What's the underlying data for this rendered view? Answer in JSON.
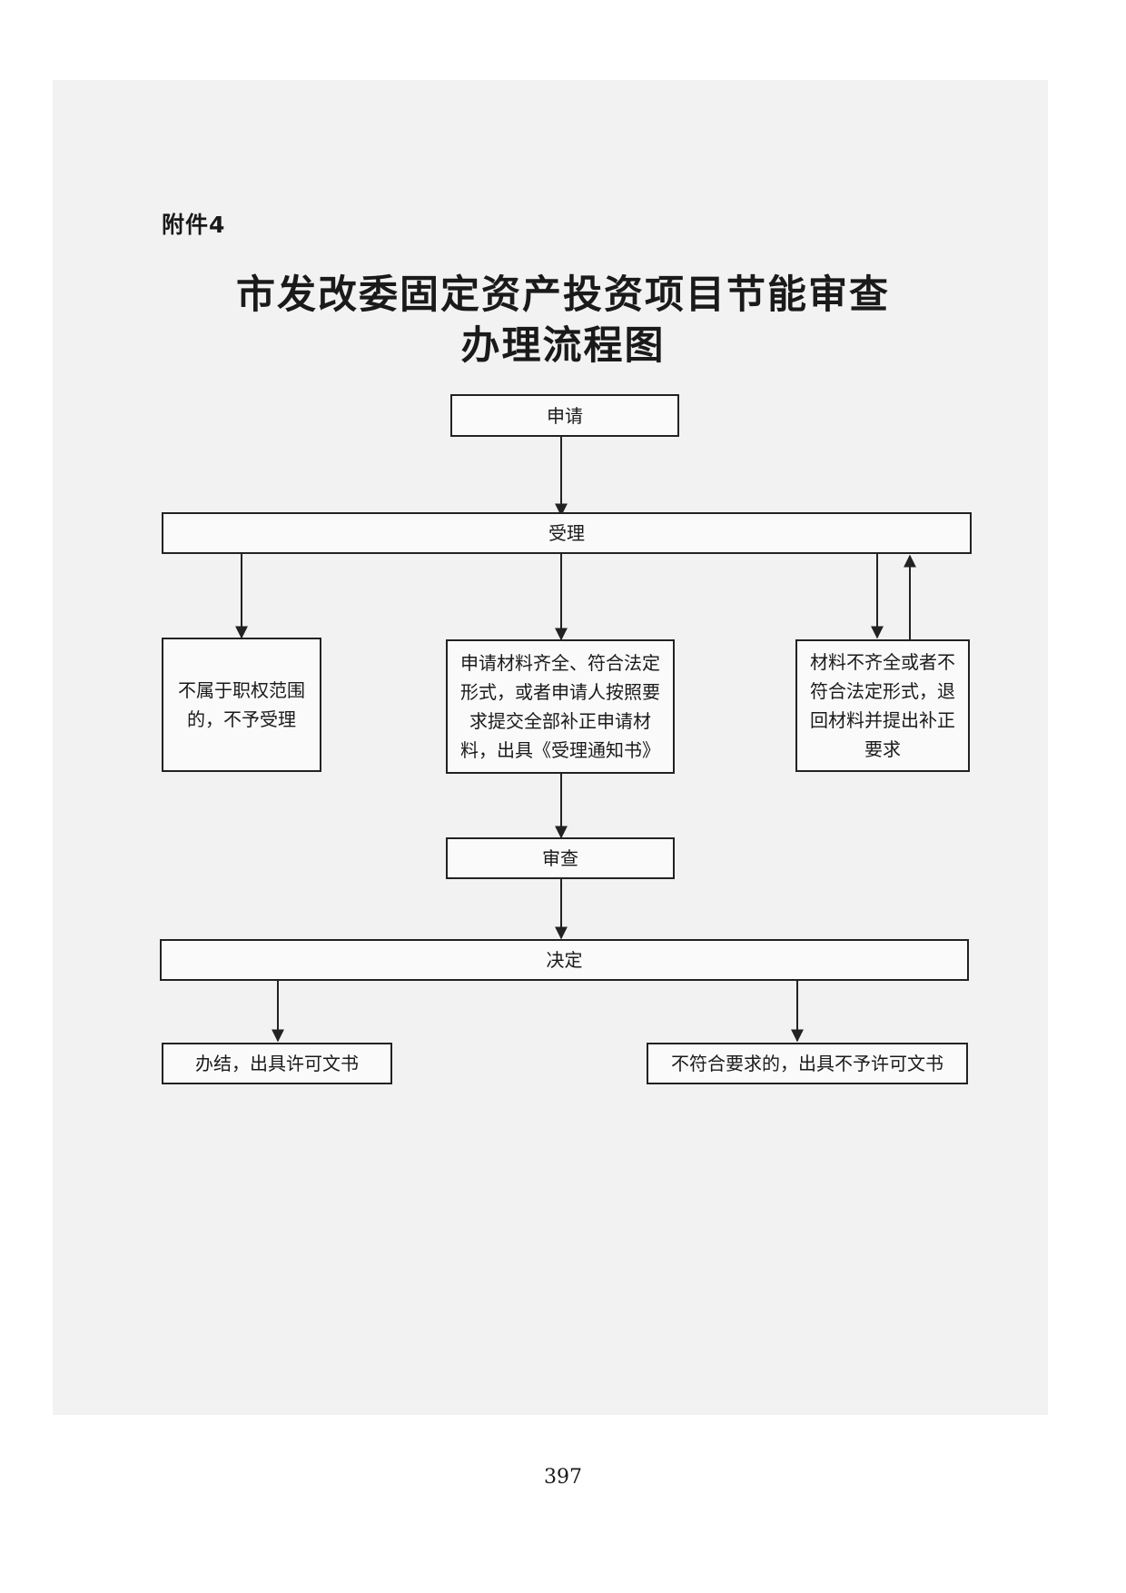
{
  "header": {
    "attachment_label": "附件4",
    "title_line1": "市发改委固定资产投资项目节能审查",
    "title_line2": "办理流程图"
  },
  "flow": {
    "apply": "申请",
    "accept": "受理",
    "not_in_scope": [
      "不属于职权范围",
      "的，不予受理"
    ],
    "materials_complete": [
      "申请材料齐全、符合法定",
      "形式，或者申请人按照要",
      "求提交全部补正申请材",
      "料，出具《受理通知书》"
    ],
    "materials_incomplete": [
      "材料不齐全或者不",
      "符合法定形式，退",
      "回材料并提出补正",
      "要求"
    ],
    "review": "审查",
    "decision": "决定",
    "approved": "办结，出具许可文书",
    "rejected": "不符合要求的，出具不予许可文书"
  },
  "footer": {
    "page_number": "397"
  }
}
